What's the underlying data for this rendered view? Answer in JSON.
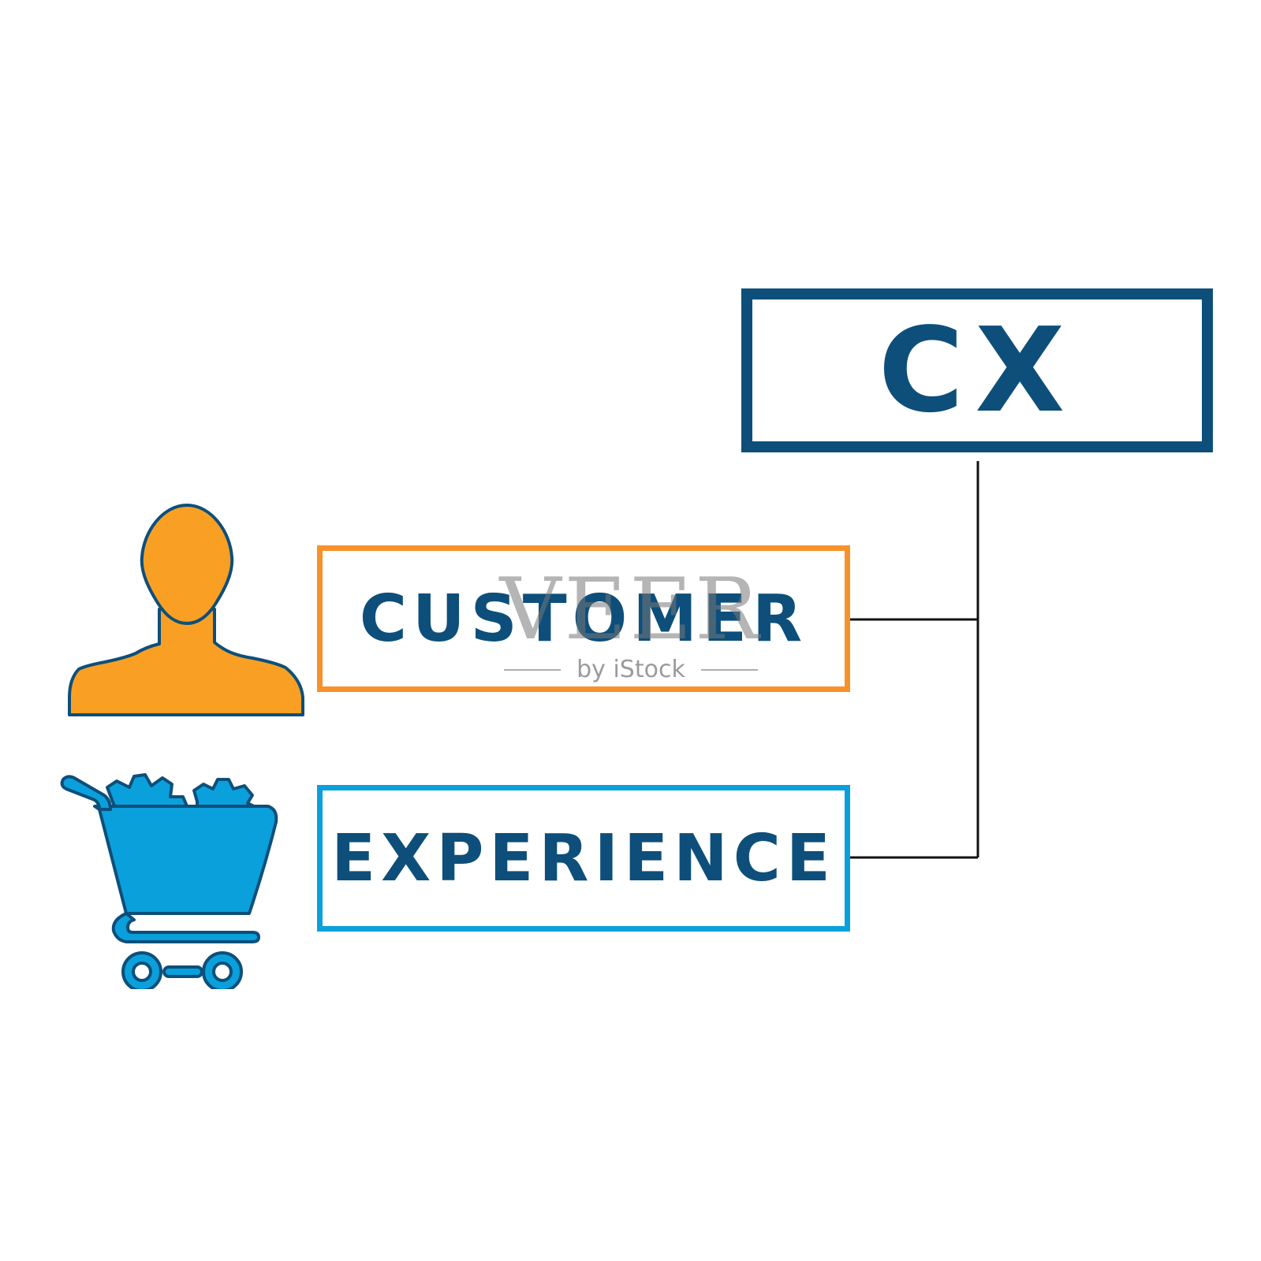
{
  "diagram": {
    "acronym": "CX",
    "terms": [
      "CUSTOMER",
      "EXPERIENCE"
    ]
  },
  "colors": {
    "navy": "#0d4f7a",
    "orange": "#f7922a",
    "orange_fill": "#f9a024",
    "blue": "#0aa0dc",
    "connector": "#111111"
  },
  "icons": {
    "person": "person-silhouette-icon",
    "cart": "shopping-cart-gears-icon"
  },
  "watermark": {
    "brand": "VEER",
    "sub": "by iStock"
  }
}
